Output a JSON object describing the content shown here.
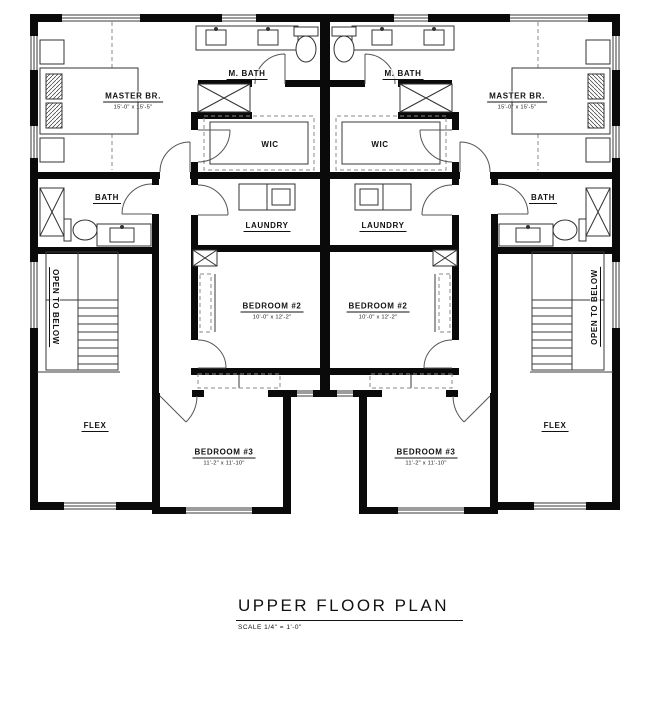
{
  "title_block": {
    "title": "UPPER FLOOR PLAN",
    "scale": "SCALE 1/4\" = 1'-0\""
  },
  "rooms": {
    "master_br": {
      "label": "MASTER BR.",
      "dim": "15'-0\" x 15'-5\""
    },
    "m_bath": {
      "label": "M. BATH"
    },
    "wic": {
      "label": "WIC"
    },
    "bath": {
      "label": "BATH"
    },
    "laundry": {
      "label": "LAUNDRY"
    },
    "open_to_below": {
      "label": "OPEN TO BELOW"
    },
    "bedroom_2": {
      "label": "BEDROOM #2",
      "dim": "10'-0\" x 12'-2\""
    },
    "bedroom_3": {
      "label": "BEDROOM #3",
      "dim": "11'-2\" x 11'-10\""
    },
    "flex": {
      "label": "FLEX"
    }
  },
  "colors": {
    "wall": "#0a0a0a",
    "line": "#3a3a3a",
    "dashed": "#888888"
  }
}
